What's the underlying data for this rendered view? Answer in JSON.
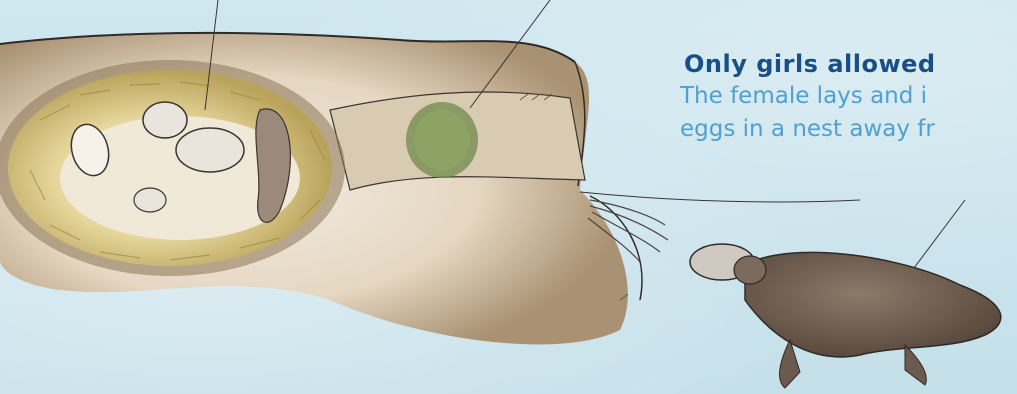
{
  "caption": {
    "title": "Only girls allowed",
    "line1": "The female lays and i",
    "line2": "eggs in a nest away fr"
  }
}
